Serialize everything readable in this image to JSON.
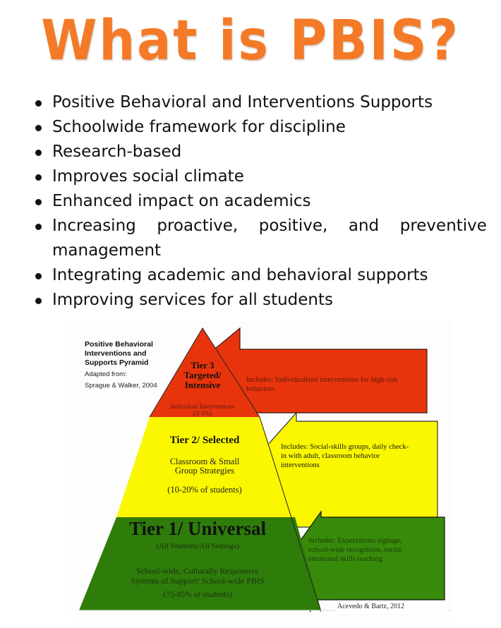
{
  "title": "What is PBIS?",
  "bullets": [
    "Positive Behavioral and Interventions Supports",
    "Schoolwide framework for discipline",
    "Research-based",
    "Improves social climate",
    "Enhanced impact on academics",
    "Increasing proactive, positive, and preventive management",
    "Integrating academic and behavioral supports",
    "Improving services for all students"
  ],
  "bullet_6_line1": [
    "Increasing",
    "proactive,",
    "positive,",
    "and",
    "preventive"
  ],
  "bullet_6_line2": "management",
  "diagram": {
    "caption_title_lines": [
      "Positive Behavioral",
      "Interventions and",
      "Supports Pyramid"
    ],
    "adapted_from": "Adapted from:",
    "source": "Sprague & Walker, 2004",
    "credit": "Acevedo & Bartz, 2012",
    "colors": {
      "tier3": "#E8340C",
      "tier2": "#FAF700",
      "tier1": "#2E7D0A",
      "tier1_arrow": "#378A0A"
    },
    "tier3": {
      "title_lines": [
        "Tier 3",
        "Targeted/",
        "Intensive"
      ],
      "detail": "Individual Interventions",
      "percent": "(3-5%)",
      "arrow_lines": [
        "Includes: Individualized interventions for high-risk",
        " behaviors"
      ]
    },
    "tier2": {
      "title": "Tier 2/ Selected",
      "detail_lines": [
        "Classroom & Small",
        "Group Strategies"
      ],
      "percent": "(10-20% of students)",
      "arrow_lines": [
        "Includes: Social-skills groups, daily check-",
        "in with adult, classroom behavior",
        "interventions"
      ]
    },
    "tier1": {
      "title": "Tier 1/ Universal",
      "subtitle": "(All Students/All Settings)",
      "detail_lines": [
        "School-wide, Culturally Responsive",
        "Systems of Support/ School-wide PBIS"
      ],
      "percent": "(75-85% of students)",
      "arrow_lines": [
        "Includes: Expectations signage,",
        "school-wide recognition, social-",
        "emotional skills teaching"
      ]
    }
  }
}
